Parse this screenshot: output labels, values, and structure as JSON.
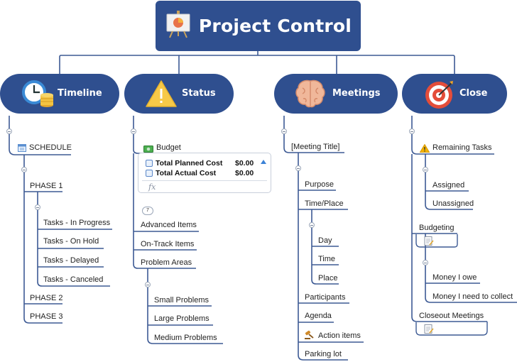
{
  "root": {
    "title": "Project Control",
    "icon": "presentation-board-icon"
  },
  "branches": [
    {
      "label": "Timeline",
      "icon": "clock-coins-icon"
    },
    {
      "label": "Status",
      "icon": "warning-triangle-icon"
    },
    {
      "label": "Meetings",
      "icon": "brain-icon"
    },
    {
      "label": "Close",
      "icon": "target-icon"
    }
  ],
  "timeline": {
    "schedule": "SCHEDULE",
    "phase1": "PHASE 1",
    "tasks": [
      "Tasks - In Progress",
      "Tasks - On Hold",
      "Tasks - Delayed",
      "Tasks - Canceled"
    ],
    "phase2": "PHASE 2",
    "phase3": "PHASE 3"
  },
  "status": {
    "budget": "Budget",
    "card": {
      "row1_label": "Total Planned Cost",
      "row1_value": "$0.00",
      "row2_label": "Total Actual Cost",
      "row2_value": "$0.00",
      "fx": "fx"
    },
    "badge": "7",
    "items": [
      "Advanced Items",
      "On-Track Items",
      "Problem Areas"
    ],
    "problems": [
      "Small Problems",
      "Large Problems",
      "Medium Problems"
    ]
  },
  "meetings": {
    "title": "[Meeting Title]",
    "purpose": "Purpose",
    "timeplace": "Time/Place",
    "tp_items": [
      "Day",
      "Time",
      "Place"
    ],
    "rest": [
      "Participants",
      "Agenda",
      "Action items",
      "Parking lot"
    ]
  },
  "close": {
    "remaining": "Remaining Tasks",
    "remaining_sub": [
      "Assigned",
      "Unassigned"
    ],
    "budgeting": "Budgeting",
    "money": [
      "Money I owe",
      "Money I need to collect"
    ],
    "closeout": "Closeout Meetings"
  },
  "colors": {
    "node": "#2f4f8f",
    "line": "#3d5a94",
    "text": "#222222"
  }
}
